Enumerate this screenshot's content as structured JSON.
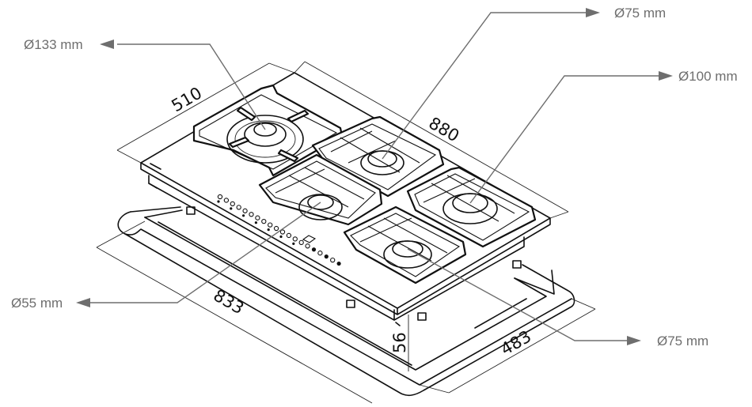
{
  "figure": {
    "title": "Gas hob dimension drawing",
    "units": "mm",
    "colors": {
      "callout": "#6e6e6e",
      "linework": "#111111",
      "background": "#ffffff"
    }
  },
  "dimensions": {
    "hob_depth": "510",
    "hob_width": "880",
    "cutout_width": "833",
    "cutout_depth": "483",
    "hob_height": "56"
  },
  "burner_callouts": [
    {
      "id": "wok",
      "label": "Ø133 mm",
      "arrow": "left"
    },
    {
      "id": "rear-middle",
      "label": "Ø75 mm",
      "arrow": "right"
    },
    {
      "id": "rear-right",
      "label": "Ø100 mm",
      "arrow": "right"
    },
    {
      "id": "front-left",
      "label": "Ø55 mm",
      "arrow": "left"
    },
    {
      "id": "front-right",
      "label": "Ø75 mm",
      "arrow": "right"
    }
  ],
  "control_panel": {
    "indicator_count": 20,
    "display_icon": "square-display-icon"
  }
}
